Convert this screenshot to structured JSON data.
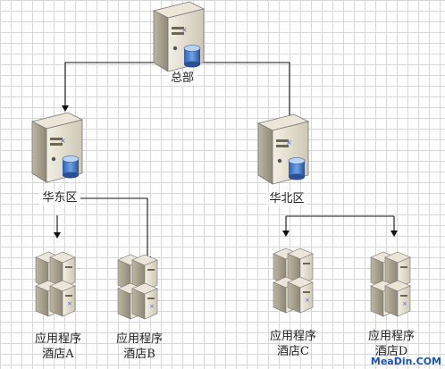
{
  "nodes": {
    "hq": {
      "label": "总部"
    },
    "east": {
      "label": "华东区"
    },
    "north": {
      "label": "华北区"
    },
    "hotel_a": {
      "line1": "应用程序",
      "line2": "酒店A"
    },
    "hotel_b": {
      "line1": "应用程序",
      "line2": "酒店B"
    },
    "hotel_c": {
      "line1": "应用程序",
      "line2": "酒店C"
    },
    "hotel_d": {
      "line1": "应用程序",
      "line2": "酒店D"
    }
  },
  "icons": {
    "server": "server-db-icon",
    "rack": "server-rack-icon"
  },
  "colors": {
    "line": "#111111",
    "server": "#e8e3d6",
    "database": "#3a74c9"
  },
  "watermark": "MeaDin.COM"
}
